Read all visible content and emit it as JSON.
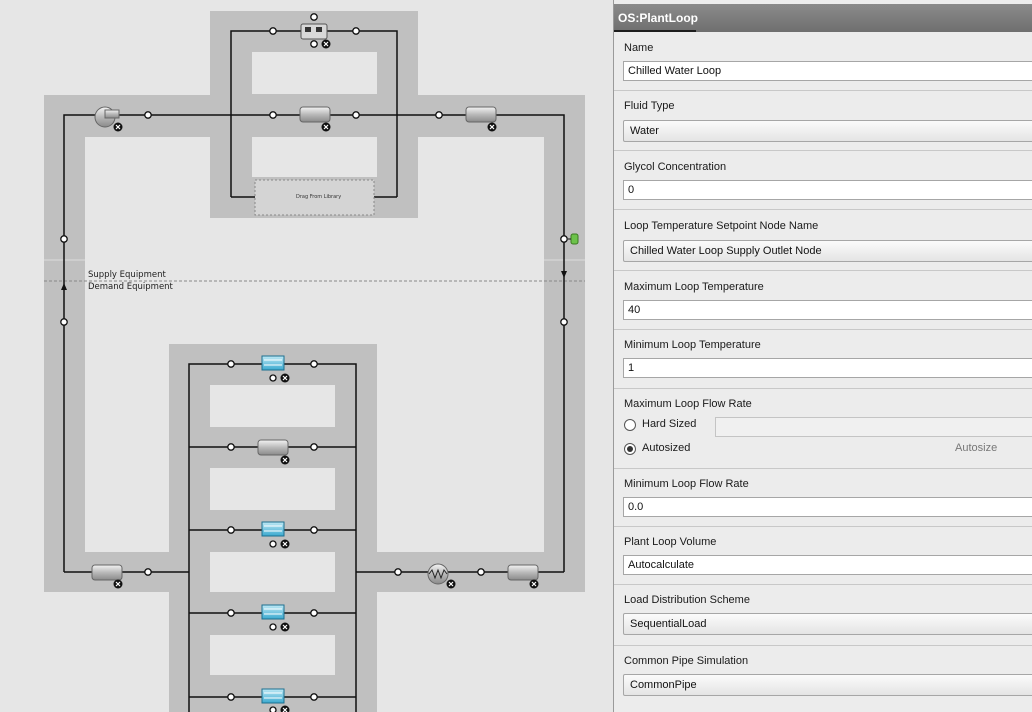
{
  "diagram": {
    "supply_label": "Supply Equipment",
    "demand_label": "Demand Equipment",
    "drop_zone_label": "Drag From Library"
  },
  "panel": {
    "title": "OS:PlantLoop",
    "fields": {
      "name": {
        "label": "Name",
        "value": "Chilled Water Loop"
      },
      "fluid_type": {
        "label": "Fluid Type",
        "value": "Water"
      },
      "glycol": {
        "label": "Glycol Concentration",
        "value": "0"
      },
      "setpoint_node": {
        "label": "Loop Temperature Setpoint Node Name",
        "value": "Chilled Water Loop Supply Outlet Node"
      },
      "max_temp": {
        "label": "Maximum Loop Temperature",
        "value": "40"
      },
      "min_temp": {
        "label": "Minimum Loop Temperature",
        "value": "1"
      },
      "max_flow": {
        "label": "Maximum Loop Flow Rate",
        "hard_sized": "Hard Sized",
        "autosized": "Autosized",
        "autosize_button": "Autosize"
      },
      "min_flow": {
        "label": "Minimum Loop Flow Rate",
        "value": "0.0"
      },
      "volume": {
        "label": "Plant Loop Volume",
        "value": "Autocalculate"
      },
      "load_scheme": {
        "label": "Load Distribution Scheme",
        "value": "SequentialLoad"
      },
      "common_pipe": {
        "label": "Common Pipe Simulation",
        "value": "CommonPipe"
      }
    }
  }
}
